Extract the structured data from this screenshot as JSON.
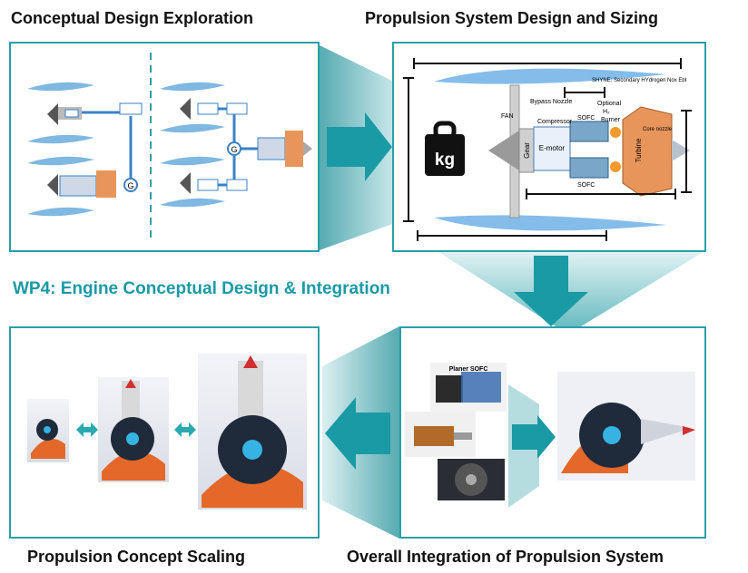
{
  "titles": {
    "top_left": "Conceptual Design Exploration",
    "top_right": "Propulsion System Design and Sizing",
    "bottom_left": "Propulsion Concept Scaling",
    "bottom_right": "Overall Integration of Propulsion System"
  },
  "workpackage": "WP4: Engine Conceptual Design & Integration",
  "sizing_labels": {
    "shyne": "SHYNE: Secondary HYdrogen Nox Ebt",
    "bypass_nozzle": "Bypass Nozzle",
    "optional": "Optional",
    "h2": "H₂",
    "burner": "Burner",
    "fan": "FAN",
    "compressor": "Compressor",
    "sofc_top": "SOFC",
    "sofc_bottom": "SOFC",
    "emotor": "E-motor",
    "gear": "Gear",
    "turbine": "Turbine",
    "core_nozzle": "Core nozzle",
    "kg": "kg"
  },
  "integration_labels": {
    "planar_sofc": "Planer SOFC"
  },
  "generator_symbol": "G",
  "colors": {
    "teal": "#2a9fa6",
    "teal_light": "#a9d8dc",
    "accent_title": "#1a9aa4"
  }
}
